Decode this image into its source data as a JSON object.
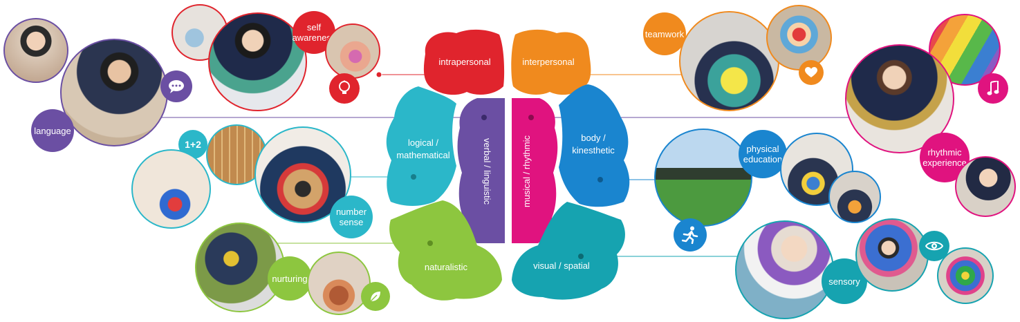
{
  "colors": {
    "intrapersonal": "#e0242d",
    "interpersonal": "#f08a1e",
    "logical": "#2bb7c9",
    "verbal": "#6b4fa3",
    "musical": "#e0137f",
    "body": "#1a85cf",
    "naturalistic": "#8dc63f",
    "visual": "#16a3b0"
  },
  "brain": {
    "intrapersonal": "intrapersonal",
    "interpersonal": "interpersonal",
    "logical_line1": "logical /",
    "logical_line2": "mathematical",
    "verbal": "verbal / linguistic",
    "musical": "musical / rhythmic",
    "body_line1": "body /",
    "body_line2": "kinesthetic",
    "naturalistic": "naturalistic",
    "visual": "visual / spatial"
  },
  "labels": {
    "language": "language",
    "self_awareness_line1": "self",
    "self_awareness_line2": "awareness",
    "number_sense_line1": "number",
    "number_sense_line2": "sense",
    "number_icon": "1+2",
    "nurturing": "nurturing",
    "teamwork": "teamwork",
    "rhythmic_line1": "rhythmic",
    "rhythmic_line2": "experience",
    "physical_line1": "physical",
    "physical_line2": "education",
    "sensory": "sensory"
  },
  "icons": {
    "language": "speech-bubble-icon",
    "self_awareness": "lightbulb-icon",
    "number_sense": "math-icon",
    "nurturing": "leaf-icon",
    "teamwork": "heart-icon",
    "rhythmic": "music-note-icon",
    "physical": "running-person-icon",
    "sensory": "eye-icon"
  }
}
